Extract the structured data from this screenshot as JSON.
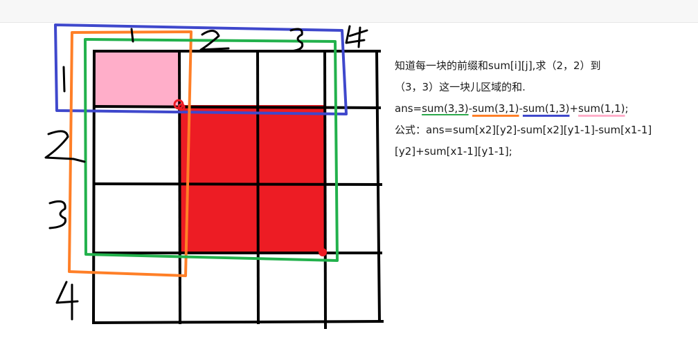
{
  "diagram": {
    "row_labels": [
      "1",
      "2",
      "3",
      "4"
    ],
    "col_labels": [
      "1",
      "2",
      "3",
      "4"
    ],
    "colors": {
      "grid": "#000000",
      "cell_prefix": "#ffaec9",
      "cell_query": "#ed1c24",
      "rect_sum_3_3": "#22b14c",
      "rect_sum_3_1": "#ff7f27",
      "rect_sum_1_3": "#3f48cc",
      "corner_marks": "#ed1c24"
    }
  },
  "notes": {
    "line1": "知道每一块的前缀和sum[i][j],求（2，2）到",
    "line2": "（3，3）这一块儿区域的和.",
    "formula_prefix": "ans=",
    "term1": "sum(3,3)",
    "op1": "-",
    "term2": "sum(3,1)",
    "op2": "-",
    "term3": "sum(1,3)",
    "op3": "+",
    "term4": "sum(1,1)",
    "formula_suffix": ";",
    "general_line1": "公式：ans=sum[x2][y2]-sum[x2][y1-1]-sum[x1-1]",
    "general_line2": "[y2]+sum[x1-1][y1-1];"
  }
}
